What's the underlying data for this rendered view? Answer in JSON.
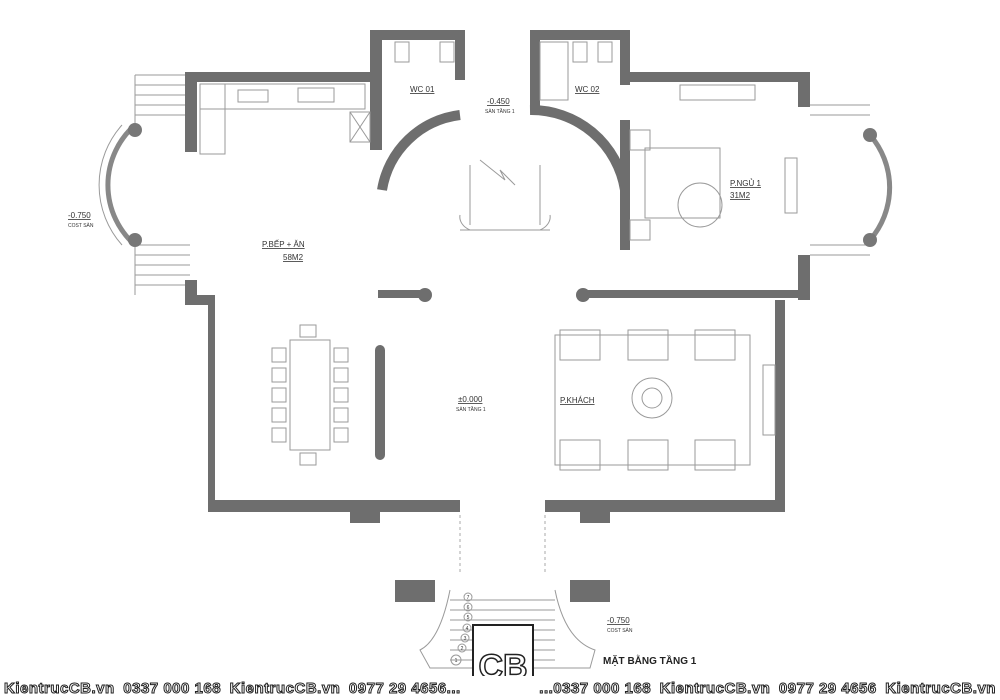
{
  "rooms": {
    "wc01": "WC 01",
    "wc02": "WC 02",
    "kitchen": "P.BẾP + ĂN",
    "kitchen_area": "58M2",
    "bedroom": "P.NGỦ 1",
    "bedroom_area": "31M2",
    "living": "P.KHÁCH"
  },
  "levels": {
    "stair_level": "-0.450",
    "stair_level_sub": "SÀN TẦNG 1",
    "main_level": "±0.000",
    "main_level_sub": "SÀN TẦNG 1",
    "left_level": "-0.750",
    "left_level_sub": "COST SÀN",
    "front_level": "-0.750",
    "front_level_sub": "COST SÀN"
  },
  "steps": [
    "1",
    "2",
    "3",
    "4",
    "5",
    "6",
    "7"
  ],
  "title": "MẶT BẰNG TẦNG 1",
  "logo_text": "CB",
  "footer": [
    "KientrucCB.vn",
    "0337 000 168",
    "KientrucCB.vn",
    "0977 29 4656...",
    "...0337 000 168",
    "KientrucCB.vn",
    "0977 29 4656",
    "KientrucCB.vn"
  ]
}
